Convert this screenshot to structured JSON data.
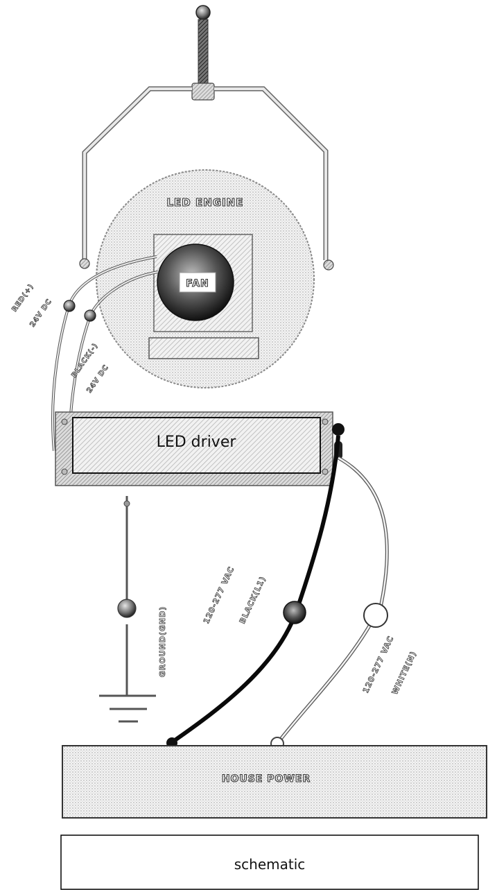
{
  "diagram": {
    "led_engine_label": "LED ENGINE",
    "fan_label": "FAN",
    "led_driver_label": "LED driver",
    "house_power_label": "HOUSE POWER",
    "caption": "schematic",
    "wire_labels": {
      "red_dc_1": "RED(+)",
      "red_dc_2": "24V DC",
      "black_dc_1": "BLACK(-)",
      "black_dc_2": "24V DC",
      "ground": "GROUND(GND)",
      "line_1": "120-277 VAC",
      "line_2": "BLACK(L1)",
      "neutral_1": "120-277 VAC",
      "neutral_2": "WHITE(N)"
    }
  },
  "colors": {
    "black_wire": "#111111",
    "hatch_dark": "#444444",
    "hatch_light": "#bbbbbb"
  }
}
